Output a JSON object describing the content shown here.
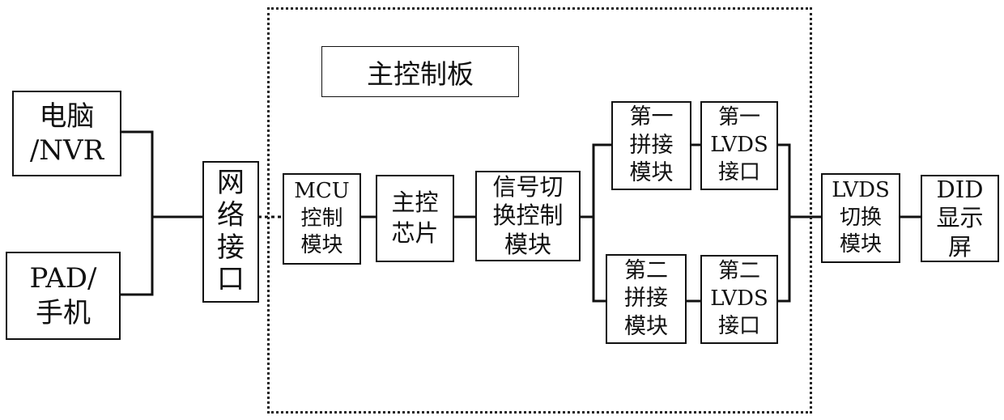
{
  "diagram": {
    "main_board_label": "主控制板",
    "nodes": {
      "computer": "电脑\n/NVR",
      "pad": "PAD/\n手机",
      "network": "网\n络\n接\n口",
      "mcu": "MCU\n控制\n模块",
      "chip": "主控\n芯片",
      "signal": "信号切\n换控制\n模块",
      "splice1": "第一\n拼接\n模块",
      "lvds1": "第一\nLVDS\n接口",
      "splice2": "第二\n拼接\n模块",
      "lvds2": "第二\nLVDS\n接口",
      "lvds_switch": "LVDS\n切换\n模块",
      "did": "DID\n显示\n屏"
    }
  }
}
